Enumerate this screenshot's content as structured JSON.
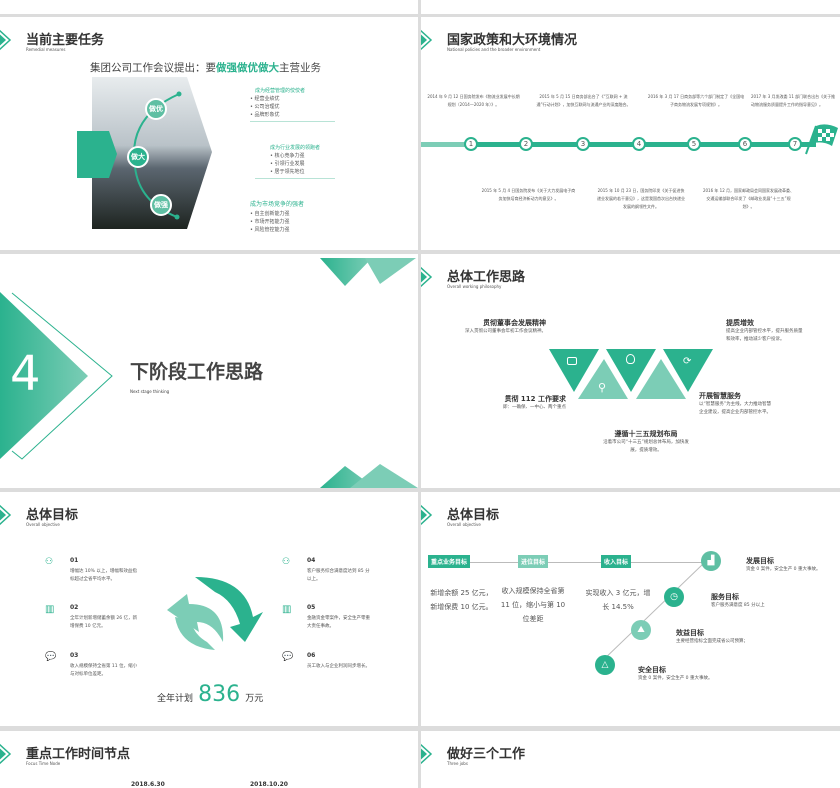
{
  "colors": {
    "accent": "#2bb28e",
    "accent_light": "#7ccdb6"
  },
  "slide_tasks": {
    "title": "当前主要任务",
    "subtitle": "Remedial measures",
    "headline_pre": "集团公司工作会议提出：要",
    "headline_hl": "做强做优做大",
    "headline_post": "主营业务",
    "circles": [
      "做优",
      "做大",
      "做强"
    ],
    "groups": [
      {
        "title": "成为经营管理的佼佼者",
        "items": [
          "经营业绩优",
          "公司治理优",
          "品牌形象优"
        ]
      },
      {
        "title": "成为行业发展的领跑者",
        "items": [
          "核心竞争力强",
          "引领行业发展",
          "居于领先地位"
        ]
      },
      {
        "title": "成为市场竞争的强者",
        "items": [
          "自主创新能力强",
          "市场开拓能力强",
          "风险管控能力强"
        ]
      }
    ]
  },
  "slide_policy": {
    "title": "国家政策和大环境情况",
    "subtitle": "National policies and the broader environment",
    "nodes": [
      "1",
      "2",
      "3",
      "4",
      "5",
      "6",
      "7"
    ],
    "top": [
      "2014 年 9 月 12 日国务院发布《物流业发展中长期规划（2014—2020 年）》。",
      "2015 年 5 月 15 日商务部出台了《“互联网 + 流通”行动计划》，加快互联网与流通产业的深度融合。",
      "2016 年 3 月 17 日商务部等六个部门制定了《全国电子商务物流发展专项规划》。",
      "2017 年 3 月发改委 11 部门联合出台《关于推动物流服务质量提升工作的指导意见》。"
    ],
    "bottom": [
      "2015 年 5 月 4 日国务院发布《关于大力发展电子商务加快培育经济新动力的意见》。",
      "2015 年 10 月 23 日，国务院印发《关于促进快递业发展的若干意见》，这是我国首次出台快递业发展的纲领性文件。",
      "2016 年 12 月，国家邮政局会同国家发展改革委、交通运输部联合印发了《邮政业发展“十三五”规划》。"
    ]
  },
  "slide_section": {
    "number": "4",
    "title": "下阶段工作思路",
    "subtitle": "Next stage thinking"
  },
  "slide_philosophy": {
    "title": "总体工作思路",
    "subtitle": "Overall working philosophy",
    "items": [
      {
        "title": "贯彻董事会发展精神",
        "text": "深入贯彻公司董事会年初工作会议精神。"
      },
      {
        "title": "贯彻 112 工作要求",
        "text": "即：一确保、一中心、两个重点"
      },
      {
        "title": "遵循十三五规划布局",
        "text": "沿着市公司“十三五”规划总体布局，加快发展，提质增效。"
      },
      {
        "title": "开展智慧服务",
        "text": "以“智慧服务”为主线，大力推动智慧企业建设，提高企业内部管控水平。"
      },
      {
        "title": "提质增效",
        "text": "提高企业内部管控水平，提升服务质量和效率，推动减少客户投诉。"
      }
    ]
  },
  "slide_goals1": {
    "title": "总体目标",
    "subtitle": "Overall objective",
    "items": [
      {
        "num": "01",
        "text": "增幅达 10% 以上，增幅和效益指标超过全省平均水平。"
      },
      {
        "num": "02",
        "text": "全年计划新增储蓄余额 26 亿，新增保费 10 亿元。"
      },
      {
        "num": "03",
        "text": "收入规模保持全省第 11 位，缩小与对标单位差距。"
      },
      {
        "num": "04",
        "text": "客户服务综合满意度达到 85 分以上。"
      },
      {
        "num": "05",
        "text": "金融资金零案件，安全生产零重大责任事故。"
      },
      {
        "num": "06",
        "text": "员工收入与企业利润同步增长。"
      }
    ],
    "plan_label": "全年计划",
    "plan_value": "836",
    "plan_unit": "万元"
  },
  "slide_goals2": {
    "title": "总体目标",
    "subtitle": "Overall objective",
    "tags": [
      "重点业务目标",
      "进位目标",
      "收入目标"
    ],
    "texts": [
      "新增余额 25 亿元，新增保费 10 亿元。",
      "收入规模保持全省第 11 位，缩小与第 10 位差距",
      "实现收入 3 亿元，增长 14.5%"
    ],
    "goals": [
      {
        "title": "发展目标",
        "text": "资金 0 案件，安全生产 0 重大事故。"
      },
      {
        "title": "服务目标",
        "text": "客户服务满意度 85 分以上"
      },
      {
        "title": "效益目标",
        "text": "主要经营指标全面完成省公司预算；"
      },
      {
        "title": "安全目标",
        "text": "资金 0 案件，安全生产 0 重大事故。"
      }
    ]
  },
  "slide_timeline": {
    "title": "重点工作时间节点",
    "subtitle": "Focus Time Node",
    "dates": [
      "2018.6.30",
      "2018.10.20"
    ]
  },
  "slide_three": {
    "title": "做好三个工作",
    "subtitle": "Three jobs"
  }
}
